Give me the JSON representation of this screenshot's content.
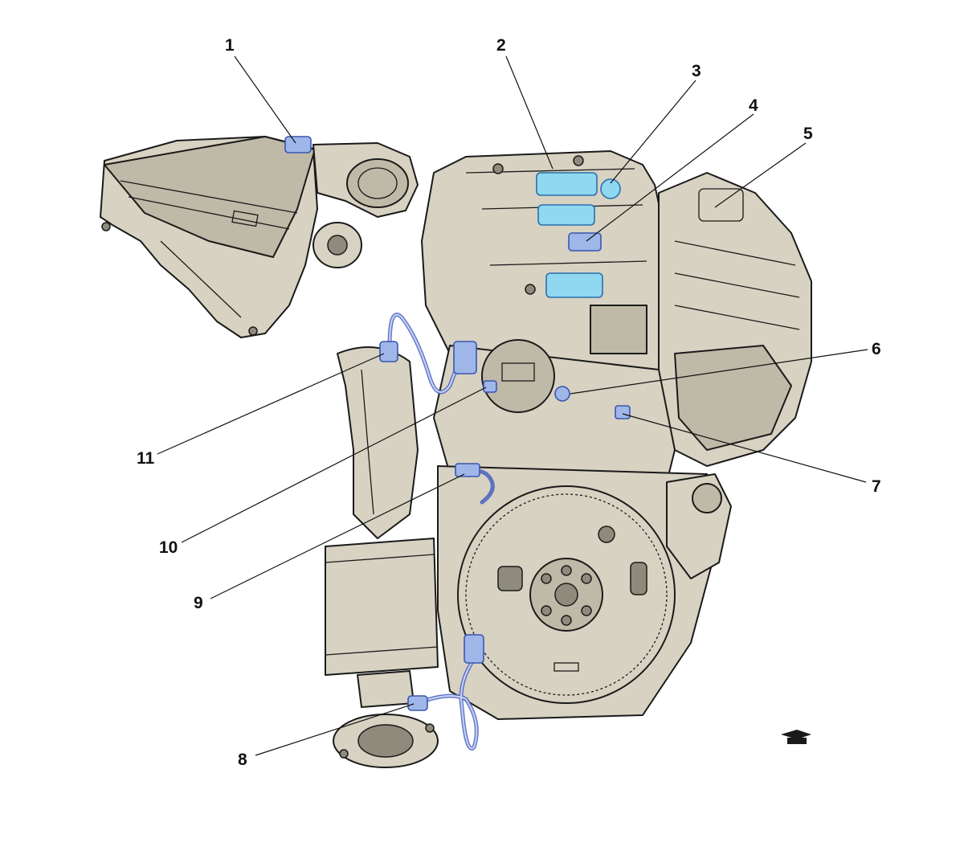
{
  "callouts": [
    {
      "id": "1",
      "label": "1"
    },
    {
      "id": "2",
      "label": "2"
    },
    {
      "id": "3",
      "label": "3"
    },
    {
      "id": "4",
      "label": "4"
    },
    {
      "id": "5",
      "label": "5"
    },
    {
      "id": "6",
      "label": "6"
    },
    {
      "id": "7",
      "label": "7"
    },
    {
      "id": "8",
      "label": "8"
    },
    {
      "id": "9",
      "label": "9"
    },
    {
      "id": "10",
      "label": "10"
    },
    {
      "id": "11",
      "label": "11"
    }
  ],
  "colors": {
    "engine_fill": "#d7d2c2",
    "highlight_blue": "#9fb6e8",
    "highlight_cyan": "#8fd8ef",
    "outline": "#1a1a1a"
  },
  "icons": {
    "orientation": "front-direction-icon"
  }
}
